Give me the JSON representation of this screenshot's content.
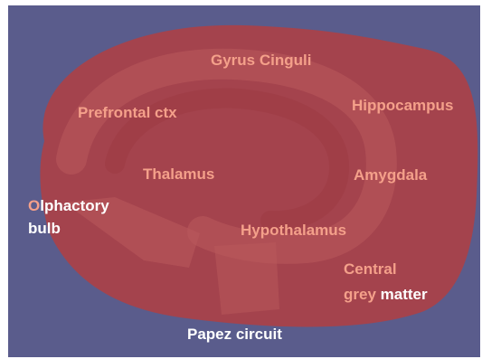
{
  "slide": {
    "colors": {
      "background": "#5a5c8c",
      "limbic_region": "#a8434a",
      "label": "#f4a08a",
      "label_white": "#ffffff"
    },
    "labels": {
      "gyrus_cinguli": "Gyrus Cinguli",
      "prefrontal": "Prefrontal ctx",
      "hippocampus": "Hippocampus",
      "thalamus": "Thalamus",
      "amygdala": "Amygdala",
      "olphactory_salmon": "O",
      "olphactory_white": "lphactory",
      "bulb": "bulb",
      "hypothalamus": "Hypothalamus",
      "central": "Central",
      "grey_salmon": "grey ",
      "grey_white": "matter",
      "title": "Papez circuit"
    }
  }
}
